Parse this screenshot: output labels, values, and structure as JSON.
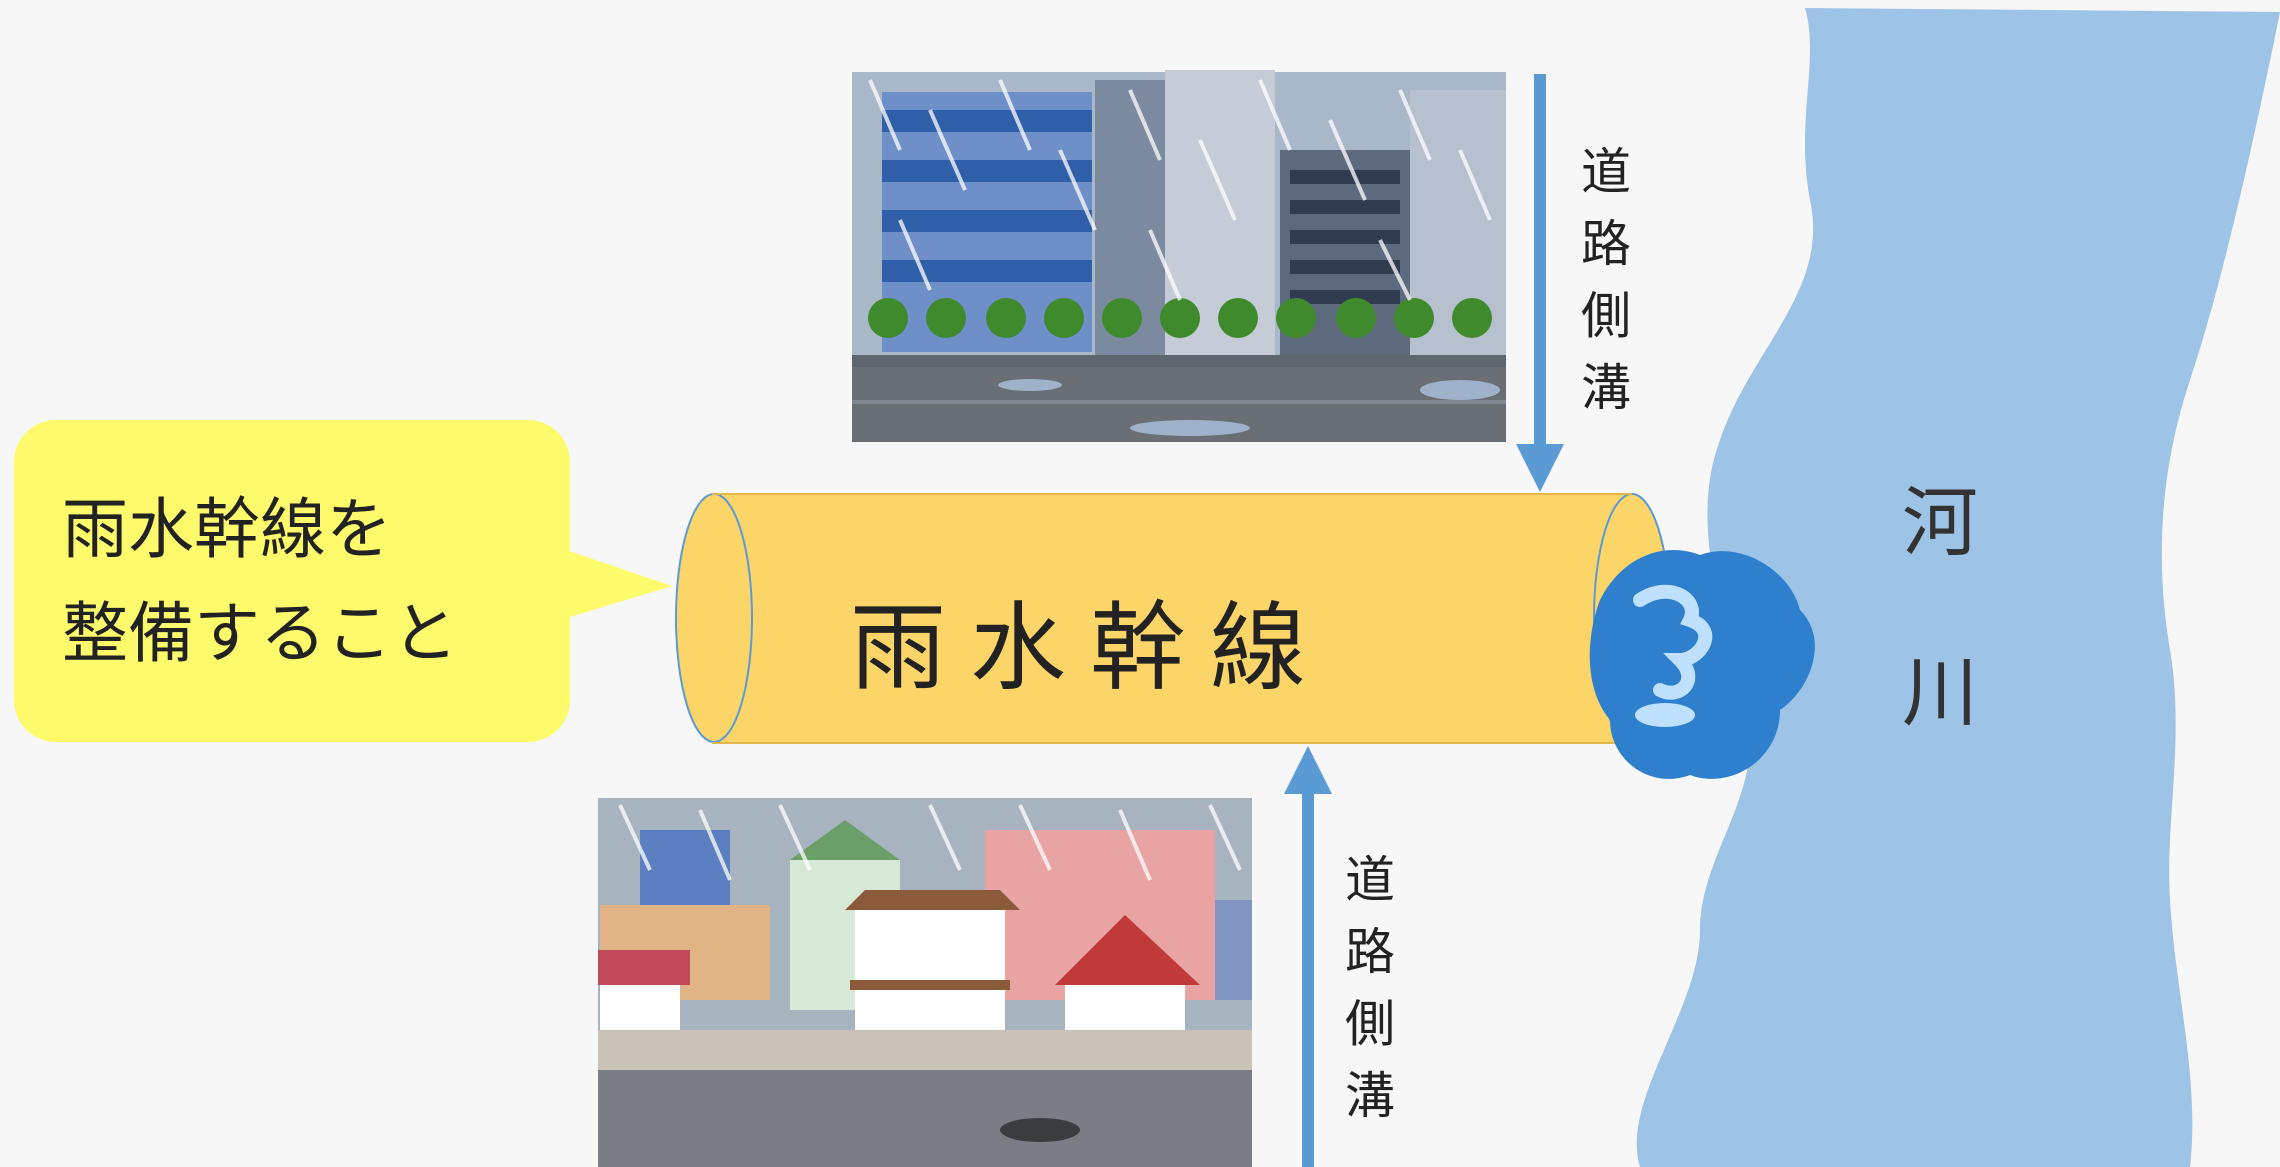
{
  "callout": {
    "line1": "雨水幹線を",
    "line2": "整備すること"
  },
  "pipe": {
    "label": "雨水幹線"
  },
  "river": {
    "char1": "河",
    "char2": "川"
  },
  "ditch_top": {
    "chars": [
      "道",
      "路",
      "側",
      "溝"
    ]
  },
  "ditch_bottom": {
    "chars": [
      "道",
      "路",
      "側",
      "溝"
    ]
  },
  "colors": {
    "background": "#f7f7f7",
    "callout": "#fdfb6b",
    "pipe": "#fcd569",
    "river": "#9dc3e6",
    "arrow": "#5b9bd5",
    "splash": "#2f7fcf"
  }
}
